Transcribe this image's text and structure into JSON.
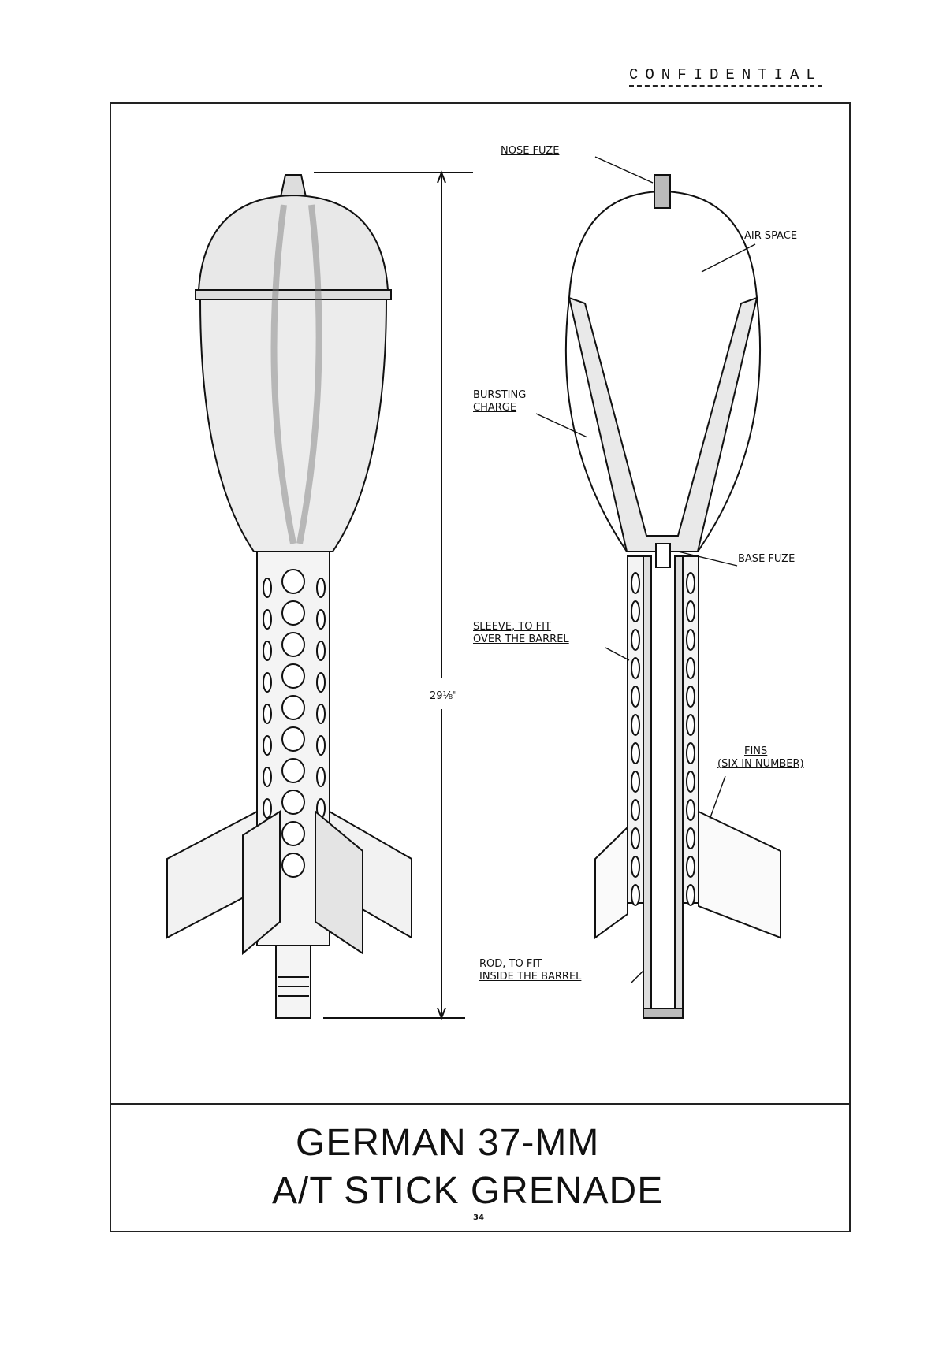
{
  "header": {
    "classification": "CONFIDENTIAL"
  },
  "labels": {
    "nose_fuze": "NOSE FUZE",
    "air_space": "AIR SPACE",
    "bursting_charge_1": "BURSTING",
    "bursting_charge_2": "CHARGE",
    "base_fuze": "BASE FUZE",
    "sleeve_1": "SLEEVE, TO FIT",
    "sleeve_2": "OVER THE BARREL",
    "fins_1": "FINS",
    "fins_2": "(SIX IN NUMBER)",
    "rod_1": "ROD, TO FIT",
    "rod_2": "INSIDE THE BARREL",
    "dimension": "29⅛\""
  },
  "caption": {
    "line1": "GERMAN 37-MM",
    "line2": "A/T STICK GRENADE"
  },
  "page_number": "34"
}
